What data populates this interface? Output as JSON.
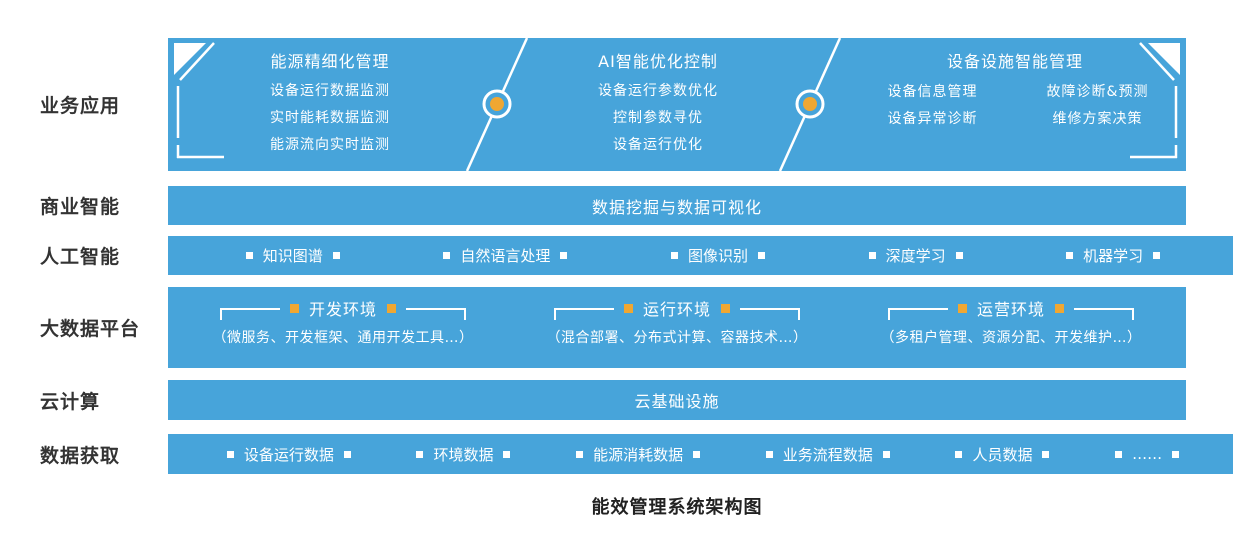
{
  "caption": "能效管理系统架构图",
  "colors": {
    "bar_blue": "#47a4da",
    "accent_orange": "#f0a732",
    "label_text": "#333333",
    "band_text": "#ffffff"
  },
  "row_labels": {
    "business_app": "业务应用",
    "business_intelligence": "商业智能",
    "artificial_intelligence": "人工智能",
    "big_data_platform": "大数据平台",
    "cloud_computing": "云计算",
    "data_acquisition": "数据获取"
  },
  "business_app": {
    "col1": {
      "title": "能源精细化管理",
      "items": [
        "设备运行数据监测",
        "实时能耗数据监测",
        "能源流向实时监测"
      ]
    },
    "col2": {
      "title": "AI智能优化控制",
      "items": [
        "设备运行参数优化",
        "控制参数寻优",
        "设备运行优化"
      ]
    },
    "col3": {
      "title": "设备设施智能管理",
      "items": [
        "设备信息管理",
        "故障诊断&预测",
        "设备异常诊断",
        "维修方案决策"
      ]
    }
  },
  "business_intelligence": {
    "title": "数据挖掘与数据可视化"
  },
  "artificial_intelligence": {
    "items": [
      "知识图谱",
      "自然语言处理",
      "图像识别",
      "深度学习",
      "机器学习"
    ]
  },
  "big_data_platform": {
    "groups": [
      {
        "title": "开发环境",
        "detail": "（微服务、开发框架、通用开发工具…）"
      },
      {
        "title": "运行环境",
        "detail": "（混合部署、分布式计算、容器技术…）"
      },
      {
        "title": "运营环境",
        "detail": "（多租户管理、资源分配、开发维护…）"
      }
    ]
  },
  "cloud_computing": {
    "title": "云基础设施"
  },
  "data_acquisition": {
    "items": [
      "设备运行数据",
      "环境数据",
      "能源消耗数据",
      "业务流程数据",
      "人员数据",
      "……"
    ]
  }
}
